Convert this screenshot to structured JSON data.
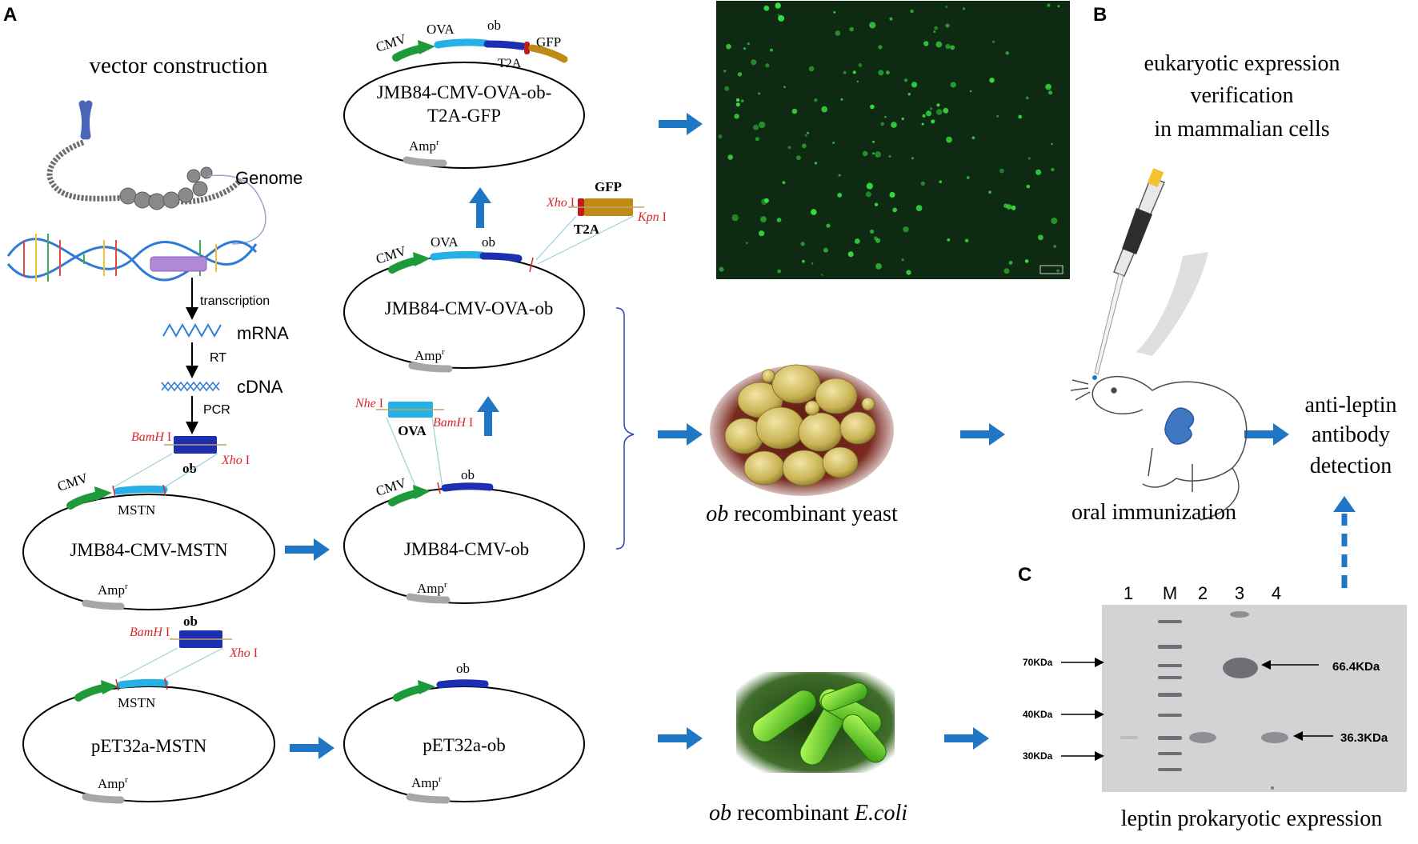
{
  "panels": {
    "a": "A",
    "b": "B",
    "c": "C"
  },
  "headings": {
    "vector_construction": "vector construction",
    "euk_line1": "eukaryotic expression",
    "euk_line2": "verification",
    "euk_line3": "in  mammalian cells"
  },
  "flow": {
    "genome": "Genome",
    "transcription": "transcription",
    "mrna": "mRNA",
    "rt": "RT",
    "cdna": "cDNA",
    "pcr": "PCR"
  },
  "genes": {
    "cmv": "CMV",
    "ova": "OVA",
    "ob": "ob",
    "gfp": "GFP",
    "t2a": "T2A",
    "mstn": "MSTN",
    "amp": "Amp",
    "amp_sup": "r"
  },
  "sites": {
    "bamh": "BamH",
    "xho": "Xho",
    "nhe": "Nhe",
    "kpn": "Kpn",
    "one": "I"
  },
  "plasmids": {
    "ova_ob_gfp_line1": "JMB84-CMV-OVA-ob-",
    "ova_ob_gfp_line2": "T2A-GFP",
    "ova_ob": "JMB84-CMV-OVA-ob",
    "cmv_mstn": "JMB84-CMV-MSTN",
    "cmv_ob": "JMB84-CMV-ob",
    "pet_mstn": "pET32a-MSTN",
    "pet_ob": "pET32a-ob"
  },
  "captions": {
    "yeast_italic": "ob",
    "yeast_rest": " recombinant yeast",
    "ecoli_italic": "ob",
    "ecoli_mid": " recombinant ",
    "ecoli_tail": "E.coli",
    "oral": "oral immunization",
    "anti_line1": "anti-leptin",
    "anti_line2": "antibody",
    "anti_line3": "detection",
    "leptin": "leptin prokaryotic expression"
  },
  "gel": {
    "lanes": [
      "1",
      "M",
      "2",
      "3",
      "4"
    ],
    "markers": [
      "70KDa",
      "40KDa",
      "30KDa"
    ],
    "bands": [
      "66.4KDa",
      "36.3KDa"
    ]
  },
  "colors": {
    "arrow_blue": "#1f77c4",
    "cmv_green": "#1f9a3a",
    "ova_cyan": "#27b0e6",
    "ob_navy": "#1b2fb0",
    "gfp_gold": "#bf8a16",
    "t2a_red": "#c11b1b",
    "amp_gray": "#a7a7a7",
    "site_red": "#d9252b"
  }
}
